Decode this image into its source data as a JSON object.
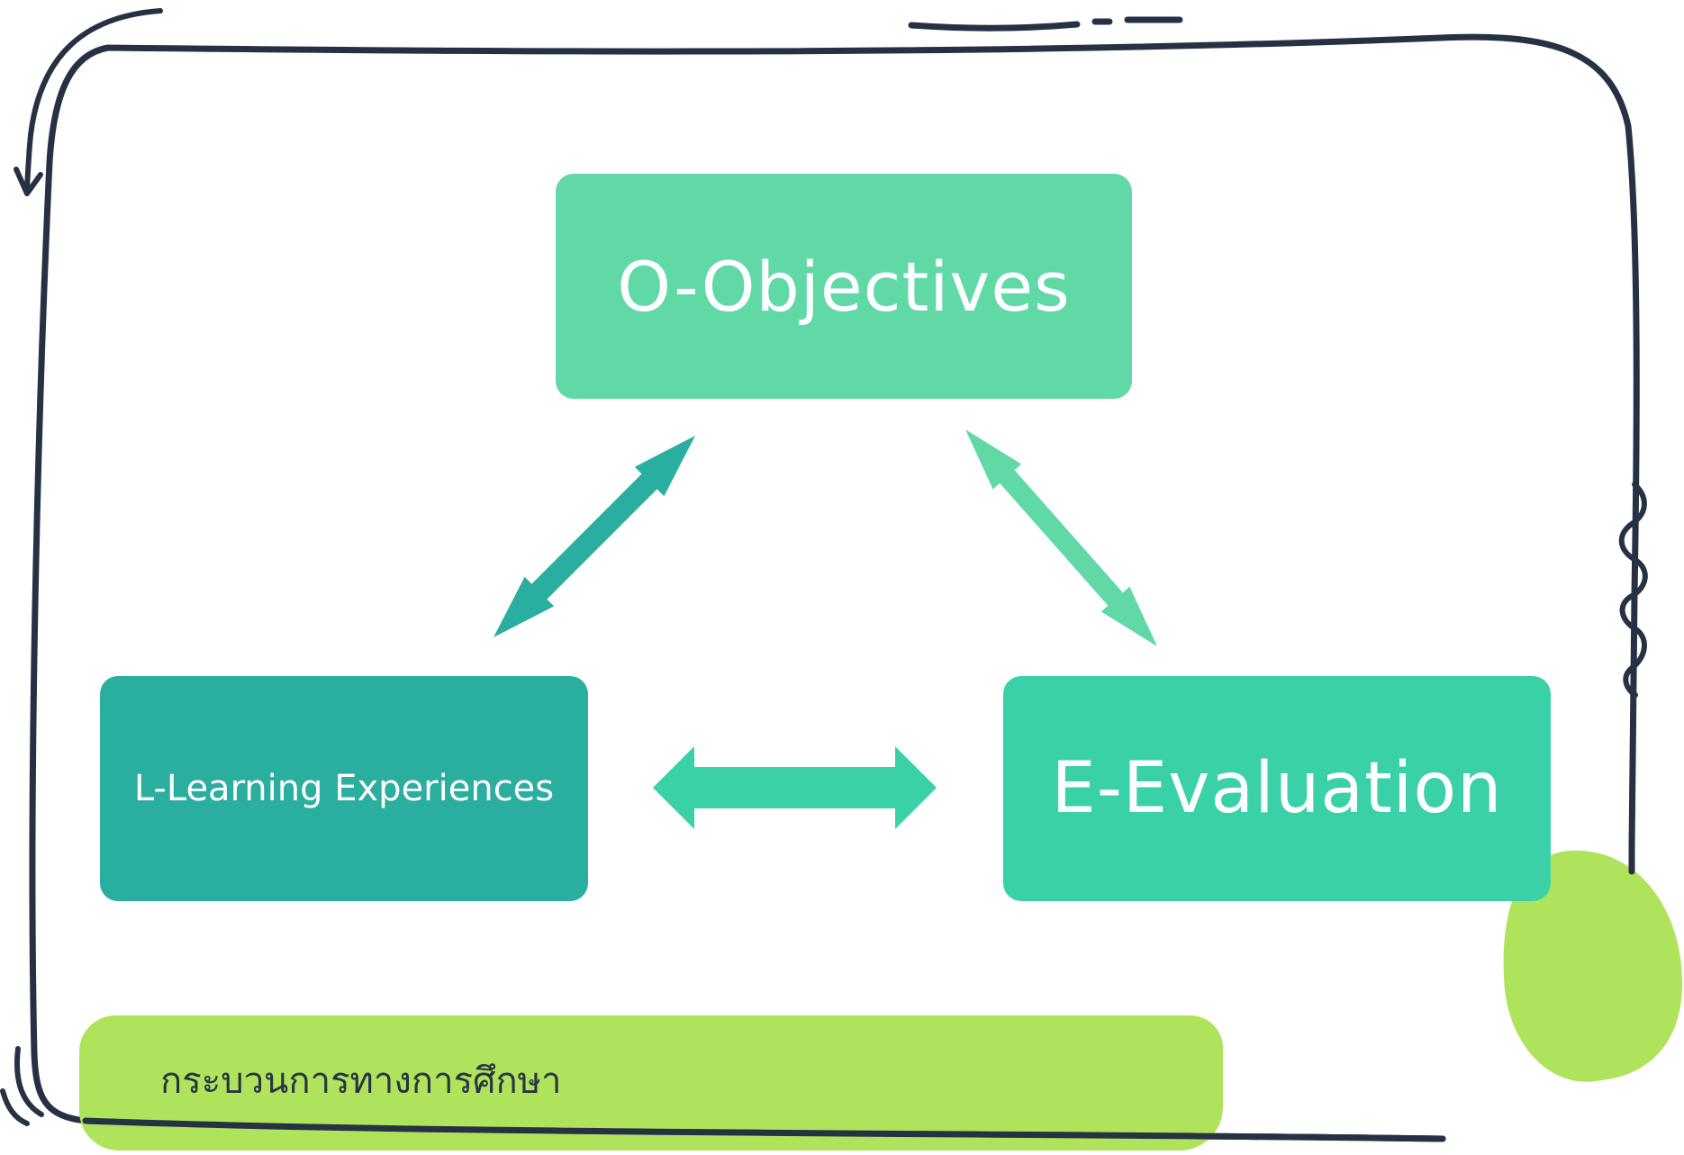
{
  "colors": {
    "outline": "#263244",
    "green_light": "#61d9a7",
    "green_dark": "#2aae9f",
    "green_mid": "#3ad1a9",
    "lime": "#b0e35c",
    "text_dark": "#2a3342",
    "text_light": "#ffffff"
  },
  "diagram": {
    "nodes": [
      {
        "id": "objectives",
        "label": "O-Objectives",
        "color": "#61d9a7"
      },
      {
        "id": "learning",
        "label": "L-Learning Experiences",
        "color": "#2aae9f"
      },
      {
        "id": "evaluation",
        "label": "E-Evaluation",
        "color": "#3ad1a9"
      }
    ],
    "edges": [
      {
        "from": "objectives",
        "to": "learning",
        "direction": "both",
        "color": "#2aae9f"
      },
      {
        "from": "objectives",
        "to": "evaluation",
        "direction": "both",
        "color": "#61d9a7"
      },
      {
        "from": "learning",
        "to": "evaluation",
        "direction": "both",
        "color": "#3ad1a9"
      }
    ]
  },
  "caption": "กระบวนการทางการศึกษา"
}
